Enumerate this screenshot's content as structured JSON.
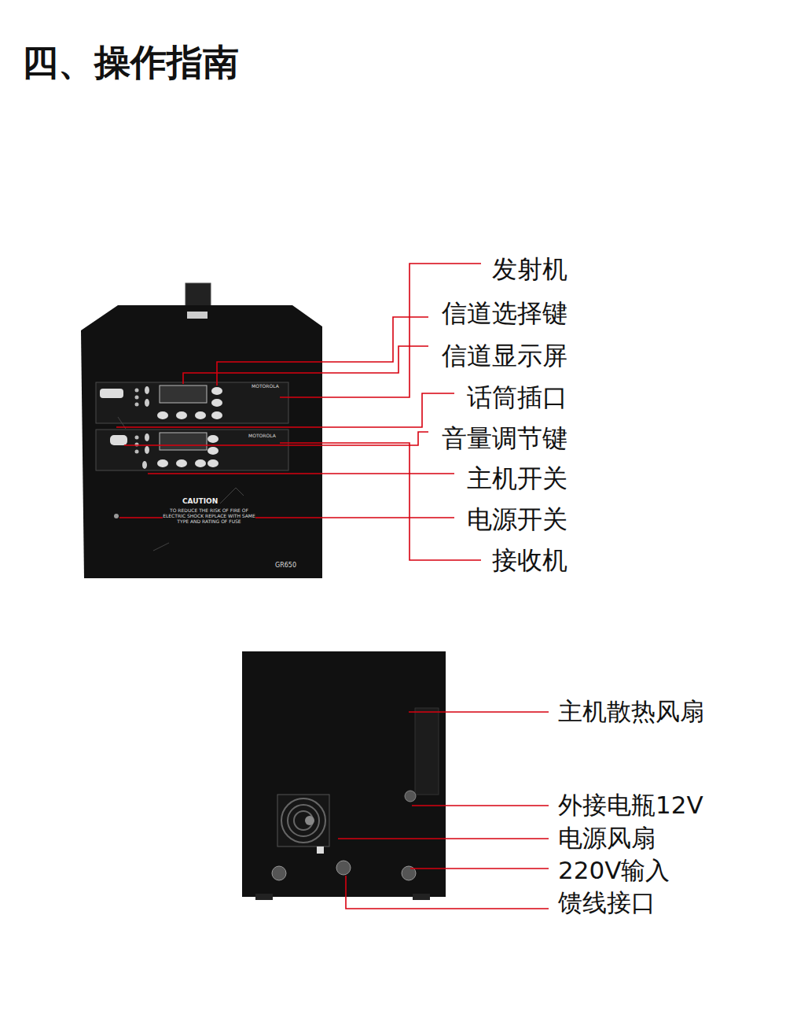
{
  "diagram": {
    "title": "四、操作指南",
    "labels": [
      "发射机",
      "信道选择键",
      "信道显示屏",
      "话筒插口",
      "音量调节键",
      "主机开关",
      "电源开关",
      "接收机",
      "MOTOROLA",
      "MOTOROLA",
      "CAUTION",
      "TO REDUCE THE RISK OF FIRE OF ELECTRIC SHOCK REPLACE WITH SAME TYPE AND RATING OF FUSE",
      "GR650",
      "主机散热风扇",
      "外接电瓶12V",
      "电源风扇",
      "220V输入",
      "馈线接口"
    ]
  }
}
